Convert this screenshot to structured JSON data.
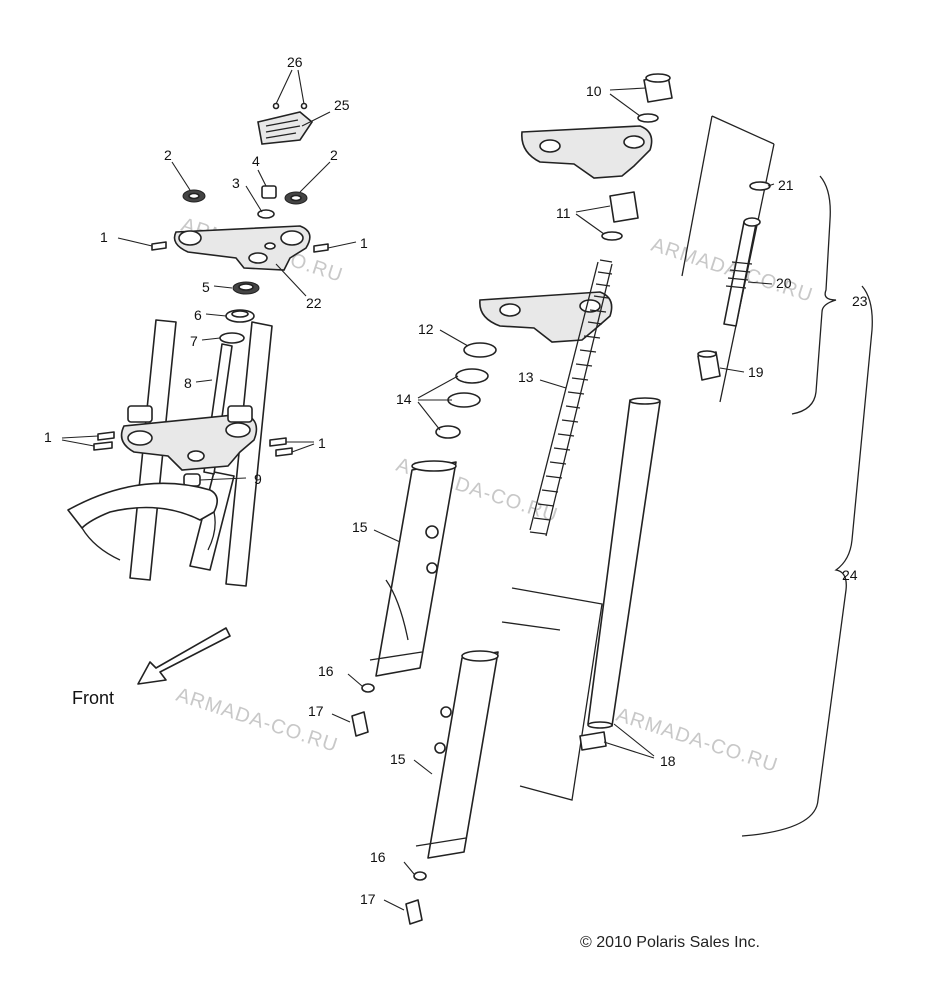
{
  "diagram": {
    "front_label": "Front",
    "copyright": "© 2010 Polaris Sales Inc.",
    "watermark": "ARMADA-CO.RU",
    "callouts": {
      "c1a": "1",
      "c1b": "1",
      "c1c": "1",
      "c1d": "1",
      "c2a": "2",
      "c2b": "2",
      "c3": "3",
      "c4": "4",
      "c5": "5",
      "c6": "6",
      "c7": "7",
      "c8": "8",
      "c9": "9",
      "c10": "10",
      "c11": "11",
      "c12": "12",
      "c13": "13",
      "c14": "14",
      "c15a": "15",
      "c15b": "15",
      "c16a": "16",
      "c16b": "16",
      "c17a": "17",
      "c17b": "17",
      "c18": "18",
      "c19": "19",
      "c20": "20",
      "c21": "21",
      "c22": "22",
      "c23": "23",
      "c24": "24",
      "c25": "25",
      "c26": "26"
    }
  }
}
